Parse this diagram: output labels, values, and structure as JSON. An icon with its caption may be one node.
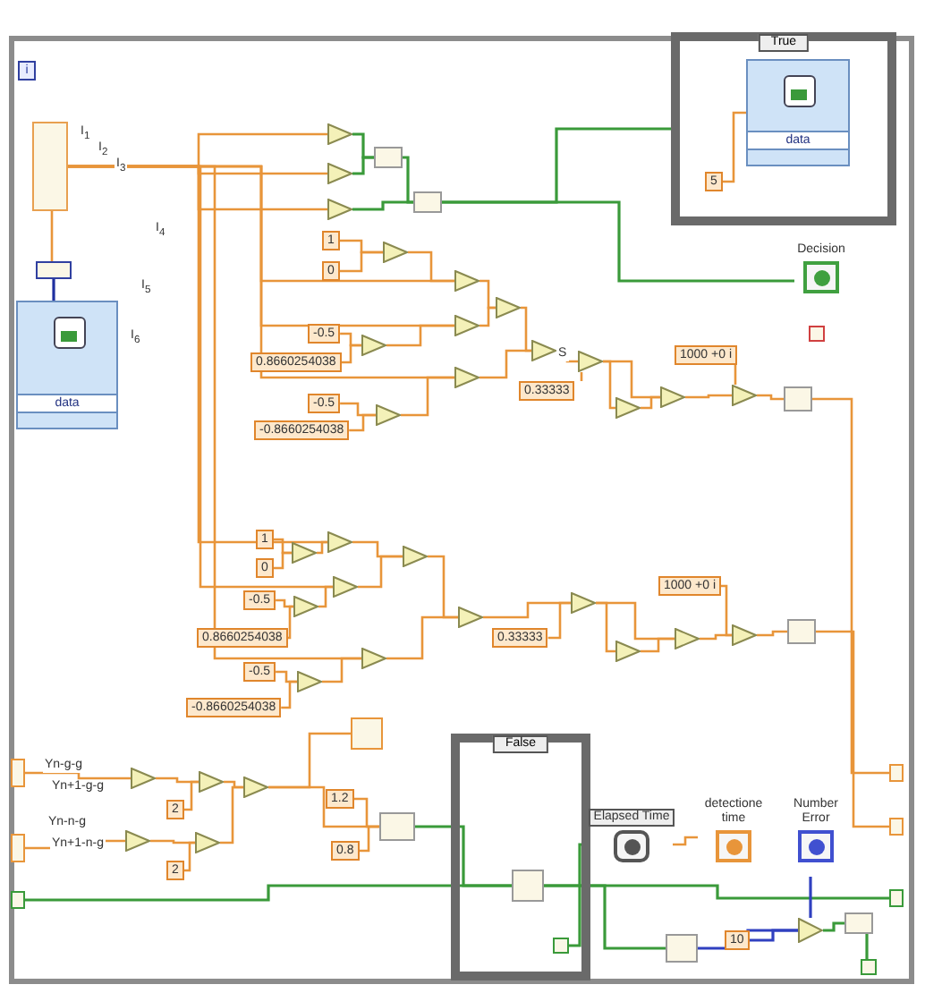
{
  "diagram": {
    "nodes": [
      {
        "text": [],
        "shape": "box"
      },
      {
        "text": [
          "i"
        ],
        "in": 0
      },
      {
        "text": [],
        "shape": "box",
        "in": 0
      },
      {
        "text": [
          "data"
        ],
        "in": 0
      },
      {
        "text": [],
        "shape": "box",
        "in": 0
      },
      {
        "text": [
          "True"
        ],
        "in": 0
      },
      {
        "text": [
          "data"
        ],
        "in": 5
      },
      {
        "text": [
          "5"
        ],
        "in": 5
      },
      {
        "text": [
          "Decision"
        ],
        "in": 0
      },
      {
        "text": [],
        "shape": "box",
        "in": 0
      },
      {
        "text": [],
        "shape": "triangle",
        "in": 0
      },
      {
        "text": [],
        "shape": "triangle",
        "in": 0
      },
      {
        "text": [],
        "shape": "triangle",
        "in": 0
      },
      {
        "text": [],
        "shape": "box",
        "in": 0
      },
      {
        "text": [],
        "shape": "box",
        "in": 0
      },
      {
        "text": [
          "1"
        ],
        "in": 0
      },
      {
        "text": [
          "0"
        ],
        "in": 0
      },
      {
        "text": [],
        "shape": "triangle",
        "in": 0
      },
      {
        "text": [
          "-0.5"
        ],
        "in": 0
      },
      {
        "text": [
          "0.8660254038"
        ],
        "in": 0
      },
      {
        "text": [],
        "shape": "triangle",
        "in": 0
      },
      {
        "text": [
          "-0.5"
        ],
        "in": 0
      },
      {
        "text": [
          "-0.8660254038"
        ],
        "in": 0
      },
      {
        "text": [],
        "shape": "triangle",
        "in": 0
      },
      {
        "text": [],
        "shape": "triangle",
        "in": 0
      },
      {
        "text": [],
        "shape": "triangle",
        "in": 0
      },
      {
        "text": [],
        "shape": "triangle",
        "in": 0
      },
      {
        "text": [],
        "shape": "triangle",
        "in": 0
      },
      {
        "text": [],
        "shape": "triangle",
        "in": 0
      },
      {
        "text": [],
        "shape": "triangle",
        "in": 0
      },
      {
        "text": [
          "0.33333"
        ],
        "in": 0
      },
      {
        "text": [],
        "shape": "triangle",
        "in": 0
      },
      {
        "text": [],
        "shape": "triangle",
        "in": 0
      },
      {
        "text": [
          "1000 +0 i"
        ],
        "in": 0
      },
      {
        "text": [],
        "shape": "triangle",
        "in": 0
      },
      {
        "text": [],
        "shape": "box",
        "in": 0
      },
      {
        "text": [
          "1"
        ],
        "in": 0
      },
      {
        "text": [
          "0"
        ],
        "in": 0
      },
      {
        "text": [],
        "shape": "triangle",
        "in": 0
      },
      {
        "text": [],
        "shape": "triangle",
        "in": 0
      },
      {
        "text": [
          "-0.5"
        ],
        "in": 0
      },
      {
        "text": [
          "0.8660254038"
        ],
        "in": 0
      },
      {
        "text": [],
        "shape": "triangle",
        "in": 0
      },
      {
        "text": [],
        "shape": "triangle",
        "in": 0
      },
      {
        "text": [],
        "shape": "triangle",
        "in": 0
      },
      {
        "text": [
          "-0.5"
        ],
        "in": 0
      },
      {
        "text": [
          "-0.8660254038"
        ],
        "in": 0
      },
      {
        "text": [],
        "shape": "triangle",
        "in": 0
      },
      {
        "text": [],
        "shape": "triangle",
        "in": 0
      },
      {
        "text": [],
        "shape": "triangle",
        "in": 0
      },
      {
        "text": [
          "0.33333"
        ],
        "in": 0
      },
      {
        "text": [],
        "shape": "triangle",
        "in": 0
      },
      {
        "text": [],
        "shape": "triangle",
        "in": 0
      },
      {
        "text": [],
        "shape": "triangle",
        "in": 0
      },
      {
        "text": [
          "1000 +0 i"
        ],
        "in": 0
      },
      {
        "text": [],
        "shape": "triangle",
        "in": 0
      },
      {
        "text": [],
        "shape": "box",
        "in": 0
      },
      {
        "text": [],
        "shape": "box",
        "in": 0
      },
      {
        "text": [],
        "shape": "box",
        "in": 0
      },
      {
        "text": [],
        "shape": "triangle",
        "in": 0
      },
      {
        "text": [],
        "shape": "triangle",
        "in": 0
      },
      {
        "text": [
          "2"
        ],
        "in": 0
      },
      {
        "text": [
          "2"
        ],
        "in": 0
      },
      {
        "text": [],
        "shape": "triangle",
        "in": 0
      },
      {
        "text": [],
        "shape": "triangle",
        "in": 0
      },
      {
        "text": [],
        "shape": "triangle",
        "in": 0
      },
      {
        "text": [],
        "shape": "box",
        "in": 0
      },
      {
        "text": [
          "1.2"
        ],
        "in": 0
      },
      {
        "text": [
          "0.8"
        ],
        "in": 0
      },
      {
        "text": [],
        "shape": "box",
        "in": 0
      },
      {
        "text": [],
        "shape": "box",
        "in": 0
      },
      {
        "text": [
          "False"
        ],
        "in": 0
      },
      {
        "text": [],
        "shape": "box",
        "in": 71
      },
      {
        "text": [],
        "shape": "box",
        "in": 71
      },
      {
        "text": [
          "Elapsed Time"
        ],
        "in": 0
      },
      {
        "text": [
          "detectione time"
        ],
        "in": 0
      },
      {
        "text": [
          "Number Error"
        ],
        "in": 0
      },
      {
        "text": [],
        "shape": "box",
        "in": 0
      },
      {
        "text": [
          "10"
        ],
        "in": 0
      },
      {
        "text": [],
        "shape": "triangle",
        "in": 0
      },
      {
        "text": [],
        "shape": "box",
        "in": 0
      },
      {
        "text": [],
        "shape": "box",
        "in": 0
      },
      {
        "text": [],
        "shape": "box",
        "in": 0
      },
      {
        "text": [],
        "shape": "box",
        "in": 0
      },
      {
        "text": [],
        "shape": "box",
        "in": 0
      }
    ],
    "edges": [
      {
        "from": 3,
        "to": 4,
        "arrow": "none",
        "color": "#2030a0"
      },
      {
        "from": 4,
        "to": 2,
        "arrow": "none"
      },
      {
        "from": 2,
        "to": 10,
        "arrow": "none"
      },
      {
        "from": 2,
        "to": 11,
        "arrow": "none"
      },
      {
        "from": 2,
        "to": 12,
        "arrow": "none"
      },
      {
        "from": 2,
        "to": 24,
        "arrow": "none"
      },
      {
        "from": 2,
        "to": 25,
        "arrow": "none"
      },
      {
        "from": 2,
        "to": 26,
        "arrow": "none"
      },
      {
        "from": 2,
        "to": 39,
        "arrow": "none"
      },
      {
        "from": 2,
        "to": 43,
        "arrow": "none"
      },
      {
        "from": 2,
        "to": 48,
        "arrow": "none"
      },
      {
        "from": 10,
        "to": 13,
        "arrow": "none",
        "color": "#3a9a3a"
      },
      {
        "from": 11,
        "to": 13,
        "arrow": "none",
        "color": "#3a9a3a"
      },
      {
        "from": 13,
        "to": 14,
        "arrow": "none",
        "color": "#3a9a3a"
      },
      {
        "from": 12,
        "to": 14,
        "arrow": "none",
        "color": "#3a9a3a"
      },
      {
        "from": 14,
        "to": 5,
        "arrow": "none",
        "color": "#3a9a3a"
      },
      {
        "from": 14,
        "to": 8,
        "arrow": "none",
        "color": "#3a9a3a"
      },
      {
        "from": 7,
        "to": 6,
        "arrow": "none"
      },
      {
        "from": 15,
        "to": 17,
        "arrow": "none"
      },
      {
        "from": 16,
        "to": 17,
        "arrow": "none"
      },
      {
        "from": 17,
        "to": 24,
        "arrow": "none"
      },
      {
        "from": 18,
        "to": 20,
        "arrow": "none"
      },
      {
        "from": 19,
        "to": 20,
        "arrow": "none"
      },
      {
        "from": 20,
        "to": 25,
        "arrow": "none"
      },
      {
        "from": 21,
        "to": 23,
        "arrow": "none"
      },
      {
        "from": 22,
        "to": 23,
        "arrow": "none"
      },
      {
        "from": 23,
        "to": 26,
        "arrow": "none"
      },
      {
        "from": 24,
        "to": 27,
        "arrow": "none"
      },
      {
        "from": 25,
        "to": 27,
        "arrow": "none"
      },
      {
        "from": 27,
        "to": 28,
        "arrow": "none"
      },
      {
        "from": 26,
        "to": 28,
        "arrow": "none"
      },
      {
        "from": 28,
        "to": 29,
        "arrow": "none"
      },
      {
        "from": 30,
        "to": 29,
        "arrow": "none"
      },
      {
        "from": 29,
        "to": 31,
        "arrow": "none"
      },
      {
        "from": 31,
        "to": 32,
        "arrow": "none"
      },
      {
        "from": 29,
        "to": 32,
        "arrow": "none"
      },
      {
        "from": 32,
        "to": 34,
        "arrow": "none"
      },
      {
        "from": 33,
        "to": 34,
        "arrow": "none"
      },
      {
        "from": 34,
        "to": 35,
        "arrow": "none"
      },
      {
        "from": 35,
        "to": 82,
        "arrow": "none"
      },
      {
        "from": 36,
        "to": 38,
        "arrow": "none"
      },
      {
        "from": 37,
        "to": 38,
        "arrow": "none"
      },
      {
        "from": 38,
        "to": 39,
        "arrow": "none"
      },
      {
        "from": 40,
        "to": 42,
        "arrow": "none"
      },
      {
        "from": 41,
        "to": 42,
        "arrow": "none"
      },
      {
        "from": 42,
        "to": 43,
        "arrow": "none"
      },
      {
        "from": 39,
        "to": 44,
        "arrow": "none"
      },
      {
        "from": 43,
        "to": 44,
        "arrow": "none"
      },
      {
        "from": 45,
        "to": 47,
        "arrow": "none"
      },
      {
        "from": 46,
        "to": 47,
        "arrow": "none"
      },
      {
        "from": 47,
        "to": 48,
        "arrow": "none"
      },
      {
        "from": 44,
        "to": 49,
        "arrow": "none"
      },
      {
        "from": 48,
        "to": 49,
        "arrow": "none"
      },
      {
        "from": 49,
        "to": 51,
        "arrow": "none"
      },
      {
        "from": 50,
        "to": 51,
        "arrow": "none"
      },
      {
        "from": 51,
        "to": 52,
        "arrow": "none"
      },
      {
        "from": 52,
        "to": 53,
        "arrow": "none"
      },
      {
        "from": 51,
        "to": 53,
        "arrow": "none"
      },
      {
        "from": 53,
        "to": 55,
        "arrow": "none"
      },
      {
        "from": 54,
        "to": 55,
        "arrow": "none"
      },
      {
        "from": 55,
        "to": 56,
        "arrow": "none"
      },
      {
        "from": 56,
        "to": 83,
        "arrow": "none"
      },
      {
        "from": 57,
        "to": 59,
        "arrow": "none"
      },
      {
        "from": 58,
        "to": 60,
        "arrow": "none"
      },
      {
        "from": 59,
        "to": 63,
        "arrow": "none"
      },
      {
        "from": 61,
        "to": 63,
        "arrow": "none"
      },
      {
        "from": 60,
        "to": 64,
        "arrow": "none"
      },
      {
        "from": 62,
        "to": 64,
        "arrow": "none"
      },
      {
        "from": 63,
        "to": 65,
        "arrow": "none"
      },
      {
        "from": 64,
        "to": 65,
        "arrow": "none"
      },
      {
        "from": 65,
        "to": 66,
        "arrow": "none"
      },
      {
        "from": 65,
        "to": 69,
        "arrow": "none"
      },
      {
        "from": 67,
        "to": 69,
        "arrow": "none"
      },
      {
        "from": 68,
        "to": 69,
        "arrow": "none"
      },
      {
        "from": 69,
        "to": 72,
        "arrow": "none",
        "color": "#3a9a3a"
      },
      {
        "from": 70,
        "to": 72,
        "arrow": "none",
        "color": "#3a9a3a"
      },
      {
        "from": 72,
        "to": 84,
        "arrow": "none",
        "color": "#3a9a3a"
      },
      {
        "from": 73,
        "to": 74,
        "arrow": "none",
        "color": "#3a9a3a"
      },
      {
        "from": 74,
        "to": 75,
        "arrow": "none"
      },
      {
        "from": 72,
        "to": 77,
        "arrow": "none",
        "color": "#3a9a3a"
      },
      {
        "from": 77,
        "to": 79,
        "arrow": "none",
        "color": "#3040c0"
      },
      {
        "from": 78,
        "to": 79,
        "arrow": "none",
        "color": "#3040c0"
      },
      {
        "from": 79,
        "to": 76,
        "arrow": "none",
        "color": "#3040c0"
      },
      {
        "from": 79,
        "to": 80,
        "arrow": "none",
        "color": "#3a9a3a"
      },
      {
        "from": 80,
        "to": 81,
        "arrow": "none",
        "color": "#3a9a3a"
      }
    ],
    "labels": [
      "I$_{1}$",
      "I$_{2}$",
      "I$_{3}$",
      "I$_{4}$",
      "I$_{5}$",
      "I$_{6}$",
      "S",
      "Yn-g-g",
      "Yn+1-g-g",
      "Yn-n-g",
      "Yn+1-n-g"
    ]
  }
}
